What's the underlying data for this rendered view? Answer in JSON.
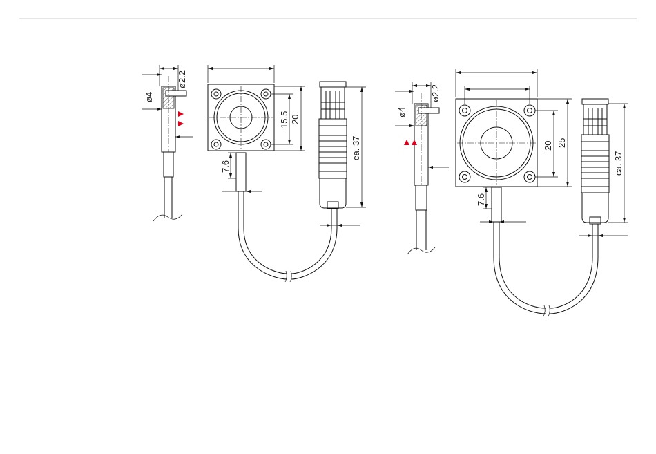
{
  "colors": {
    "background": "#ffffff",
    "line": "#111111",
    "marker": "#e0001b",
    "rule": "#cccccc"
  },
  "small_sensor": {
    "side": {
      "dia_shaft": "ø4",
      "dia_pin": "ø2.2"
    },
    "front": {
      "dim_inner": "15.5",
      "dim_outer": "20"
    },
    "cable": {
      "dim_offset": "7.6"
    },
    "connector": {
      "length": "ca. 37"
    }
  },
  "large_sensor": {
    "side": {
      "dia_shaft": "ø4",
      "dia_pin": "ø2.2"
    },
    "front": {
      "dim_inner": "20",
      "dim_outer": "25"
    },
    "cable": {
      "dim_offset": "7.6"
    },
    "connector": {
      "length": "ca. 37"
    }
  }
}
